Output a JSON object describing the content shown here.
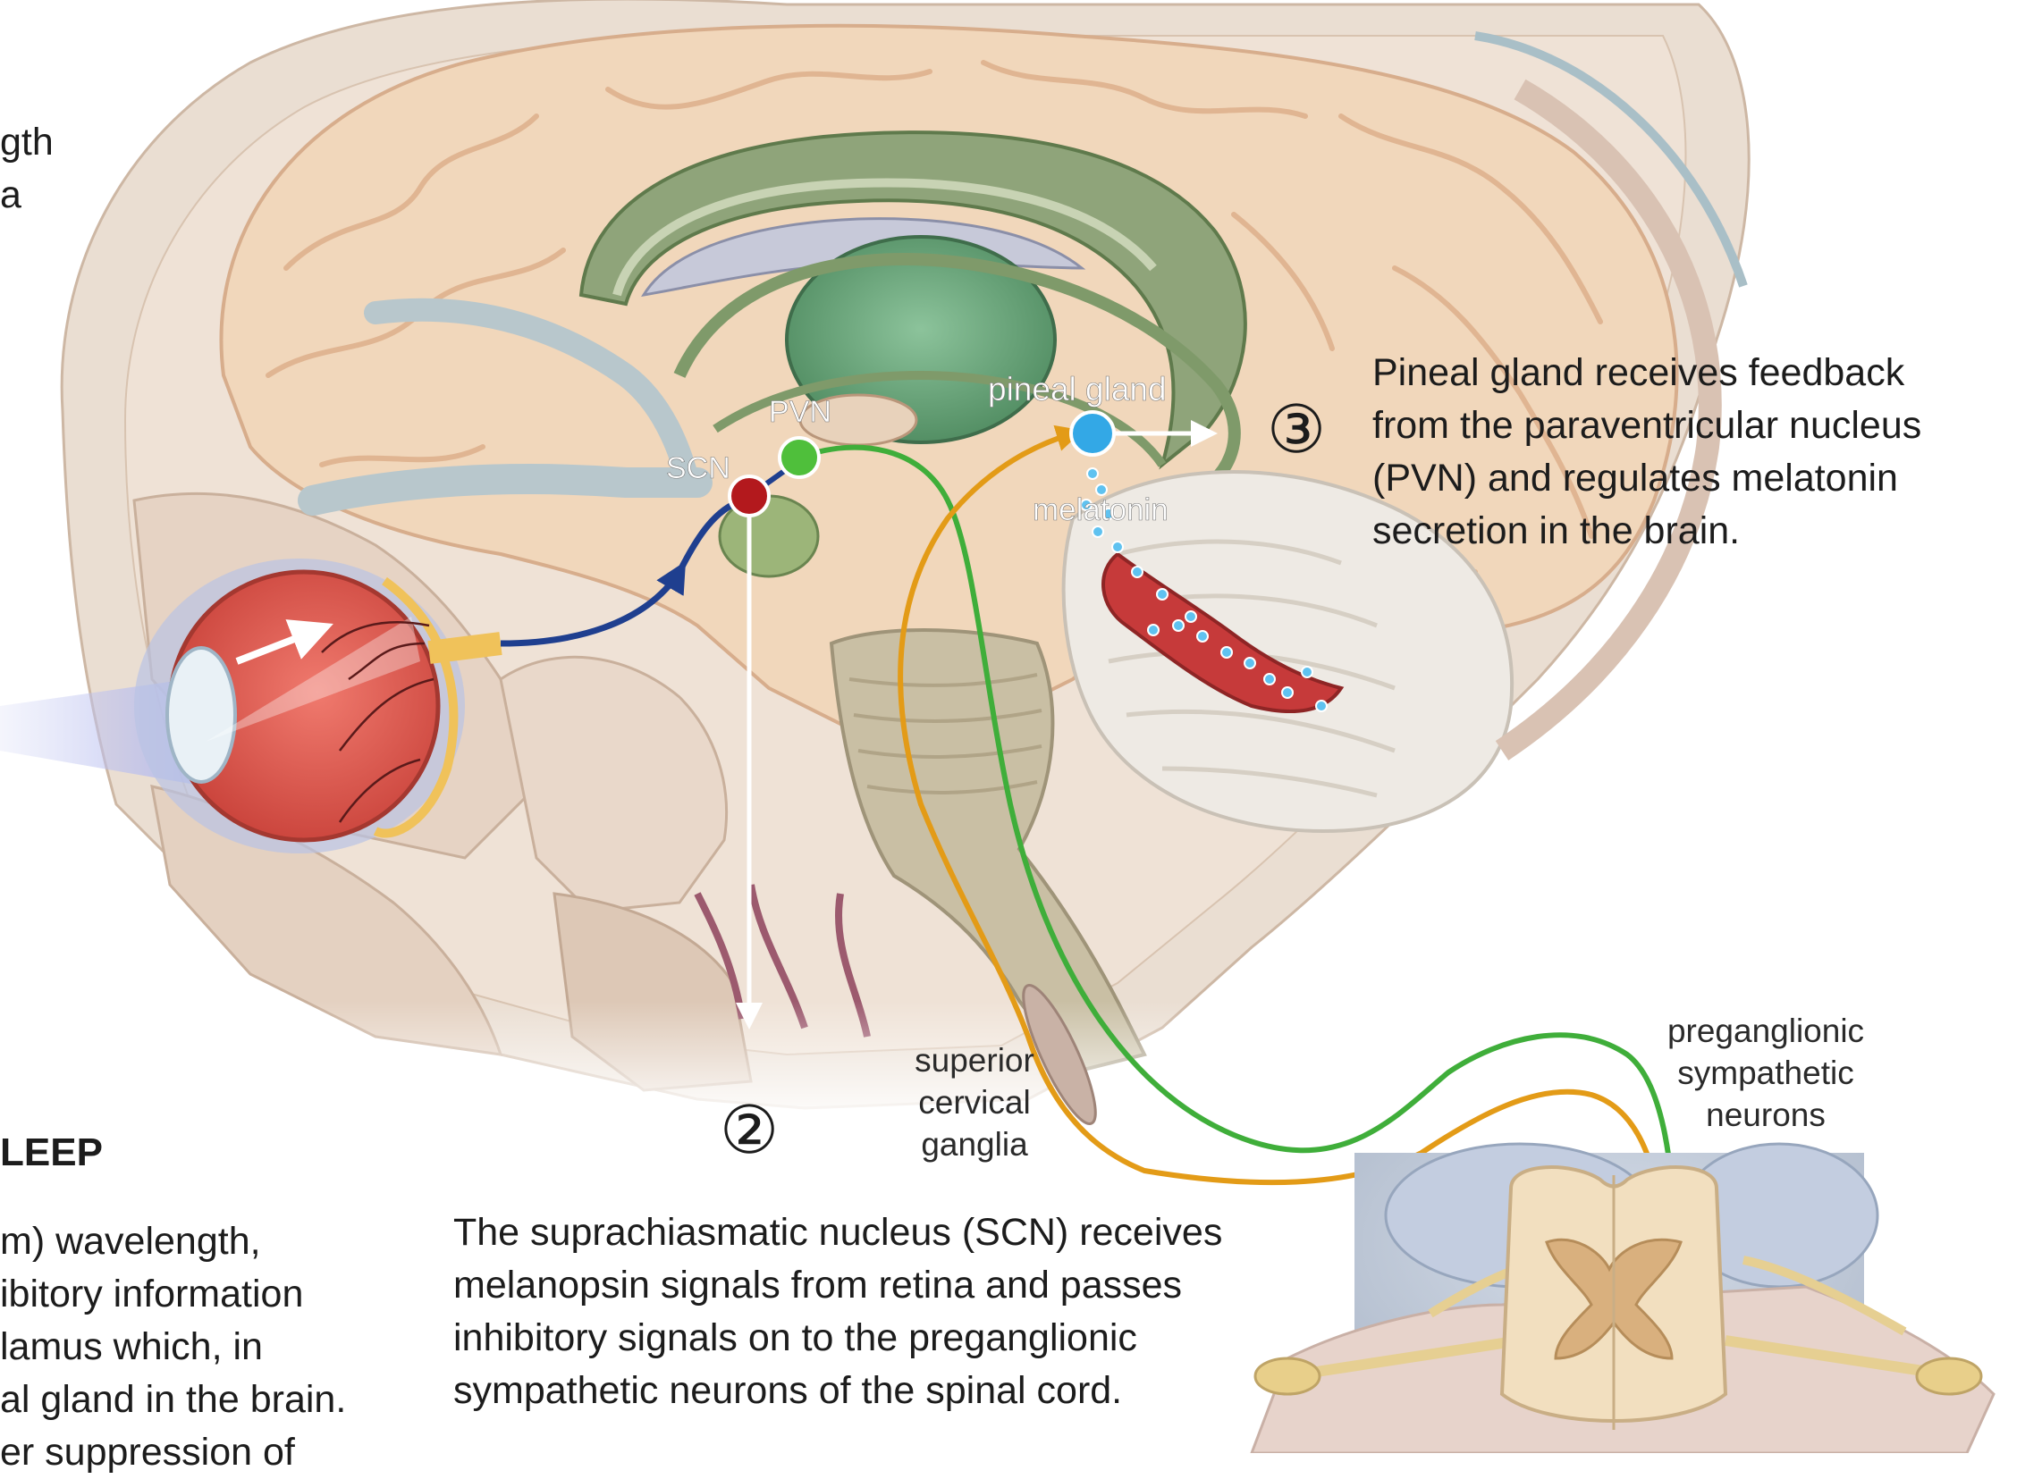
{
  "colors": {
    "skin_bone": "#ead9c9",
    "brain_tissue": "#f1d7bb",
    "brain_fold": "#e2b995",
    "limbic_green": "#7f9a6a",
    "thalamus_green": "#5f9a6f",
    "cerebellum": "#eeeae4",
    "eye_red": "#e2574c",
    "scn_red": "#b3191d",
    "pvn_green": "#4fbf3b",
    "pineal_blue": "#33a8e6",
    "retina_path_blue": "#1f3f8f",
    "green_path": "#3fae3a",
    "orange_path": "#e39b17",
    "white_arrow": "#ffffff",
    "blood_vessel": "#c63a3a",
    "spinal_cord": "#f2dfbf"
  },
  "labels": {
    "scn": "SCN",
    "pvn": "PVN",
    "pineal_gland": "pineal gland",
    "melatonin": "melatonin",
    "superior_cervical_ganglia": "superior\ncervical\nganglia",
    "preganglionic_sympathetic_neurons": "preganglionic\nsympathetic\nneurons"
  },
  "steps": {
    "step2": "②",
    "step3": "③"
  },
  "captions": {
    "pineal": "Pineal gland receives feedback\nfrom the paraventricular nucleus\n(PVN) and regulates melatonin\nsecretion in the brain.",
    "scn": "The suprachiasmatic nucleus (SCN) receives\nmelanopsin signals from retina and passes\ninhibitory signals on to the preganglionic\nsympathetic neurons of the spinal cord."
  },
  "left_fragments": {
    "top": "gth\na",
    "heading": "LEEP",
    "body": "m) wavelength,\nibitory information\nlamus which, in\nal gland in the brain.\ner suppression of"
  }
}
